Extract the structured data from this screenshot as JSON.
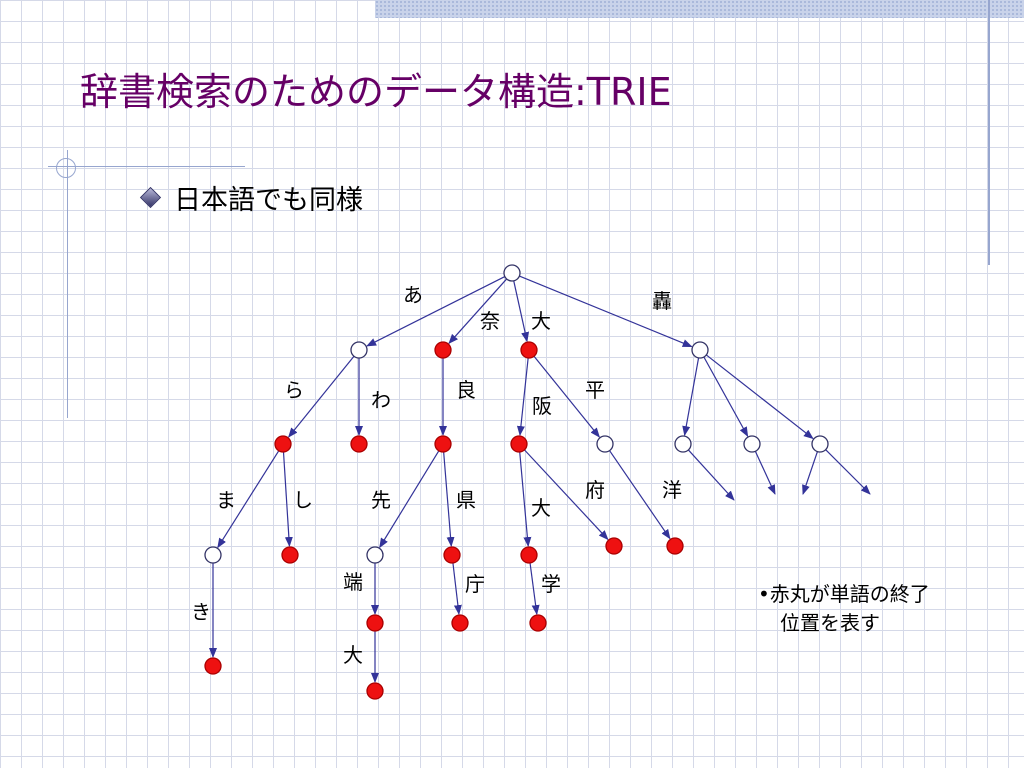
{
  "slide": {
    "title": "辞書検索のためのデータ構造:TRIE",
    "bullet": "日本語でも同様",
    "note_line1": "•赤丸が単語の終了",
    "note_line2": "位置を表す"
  },
  "colors": {
    "title": "#660066",
    "edge": "#333399",
    "terminal_node": "#ee1111",
    "node_outline": "#333366",
    "grid": "#d5d9e8"
  },
  "trie": {
    "edge_labels": [
      "あ",
      "奈",
      "大",
      "轟",
      "ら",
      "わ",
      "良",
      "阪",
      "平",
      "ま",
      "し",
      "先",
      "県",
      "府",
      "洋",
      "大",
      "端",
      "庁",
      "学",
      "き",
      "大"
    ],
    "nodes": [
      {
        "id": "root",
        "terminal": false
      },
      {
        "id": "a",
        "terminal": false
      },
      {
        "id": "na",
        "terminal": true
      },
      {
        "id": "oo",
        "terminal": true
      },
      {
        "id": "todoroki",
        "terminal": false
      },
      {
        "id": "ara",
        "terminal": true
      },
      {
        "id": "awa",
        "terminal": true
      },
      {
        "id": "nara",
        "terminal": true
      },
      {
        "id": "osaka",
        "terminal": true
      },
      {
        "id": "ohira",
        "terminal": false
      },
      {
        "id": "t1",
        "terminal": false
      },
      {
        "id": "t2",
        "terminal": false
      },
      {
        "id": "t3",
        "terminal": false
      },
      {
        "id": "arama",
        "terminal": false
      },
      {
        "id": "arashi",
        "terminal": true
      },
      {
        "id": "narasen",
        "terminal": false
      },
      {
        "id": "naraken",
        "terminal": true
      },
      {
        "id": "osakafu",
        "terminal": true
      },
      {
        "id": "ohirayo",
        "terminal": true
      },
      {
        "id": "osakadai",
        "terminal": true
      },
      {
        "id": "aramaki",
        "terminal": true
      },
      {
        "id": "narasentan",
        "terminal": true
      },
      {
        "id": "narakencho",
        "terminal": true
      },
      {
        "id": "osakadaigaku",
        "terminal": true
      },
      {
        "id": "narasentandai",
        "terminal": true
      }
    ],
    "edges": [
      {
        "from": "root",
        "to": "a",
        "label": "あ"
      },
      {
        "from": "root",
        "to": "na",
        "label": "奈"
      },
      {
        "from": "root",
        "to": "oo",
        "label": "大"
      },
      {
        "from": "root",
        "to": "todoroki",
        "label": "轟"
      },
      {
        "from": "a",
        "to": "ara",
        "label": "ら"
      },
      {
        "from": "a",
        "to": "awa",
        "label": "わ"
      },
      {
        "from": "na",
        "to": "nara",
        "label": "良"
      },
      {
        "from": "oo",
        "to": "osaka",
        "label": "阪"
      },
      {
        "from": "oo",
        "to": "ohira",
        "label": "平"
      },
      {
        "from": "todoroki",
        "to": "t1",
        "label": ""
      },
      {
        "from": "todoroki",
        "to": "t2",
        "label": ""
      },
      {
        "from": "todoroki",
        "to": "t3",
        "label": ""
      },
      {
        "from": "ara",
        "to": "arama",
        "label": "ま"
      },
      {
        "from": "ara",
        "to": "arashi",
        "label": "し"
      },
      {
        "from": "nara",
        "to": "narasen",
        "label": "先"
      },
      {
        "from": "nara",
        "to": "naraken",
        "label": "県"
      },
      {
        "from": "osaka",
        "to": "osakadai",
        "label": "大"
      },
      {
        "from": "osaka",
        "to": "osakafu",
        "label": "府"
      },
      {
        "from": "ohira",
        "to": "ohirayo",
        "label": "洋"
      },
      {
        "from": "arama",
        "to": "aramaki",
        "label": "き"
      },
      {
        "from": "narasen",
        "to": "narasentan",
        "label": "端"
      },
      {
        "from": "naraken",
        "to": "narakencho",
        "label": "庁"
      },
      {
        "from": "osakadai",
        "to": "osakadaigaku",
        "label": "学"
      },
      {
        "from": "narasentan",
        "to": "narasentandai",
        "label": "大"
      }
    ],
    "dangling_edges": [
      {
        "from": "t1",
        "to_hint": "down-right"
      },
      {
        "from": "t2",
        "to_hint": "down-right"
      },
      {
        "from": "t3",
        "to_hint": "down-left"
      },
      {
        "from": "t3",
        "to_hint": "down-right"
      }
    ]
  }
}
